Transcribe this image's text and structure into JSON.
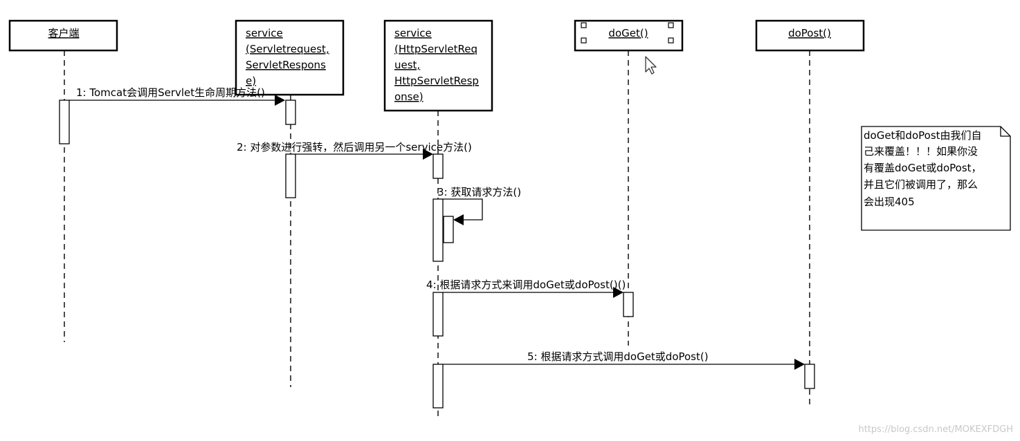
{
  "participants": [
    {
      "id": "client",
      "lines": [
        "客户端"
      ]
    },
    {
      "id": "generic-service",
      "lines": [
        "service",
        "(Servletrequest,",
        "ServletRespons",
        "e)"
      ]
    },
    {
      "id": "http-service",
      "lines": [
        "service",
        "(HttpServletReq",
        "uest,",
        "HttpServletResp",
        "onse)"
      ]
    },
    {
      "id": "doget",
      "lines": [
        "doGet()"
      ]
    },
    {
      "id": "dopost",
      "lines": [
        "doPost()"
      ]
    }
  ],
  "messages": [
    {
      "label": "1: Tomcat会调用Servlet生命周期方法()"
    },
    {
      "label": "2: 对参数进行强转，然后调用另一个service方法()"
    },
    {
      "label": "3: 获取请求方法()"
    },
    {
      "label": "4: 根据请求方式来调用doGet或doPost()()"
    },
    {
      "label": "5: 根据请求方式调用doGet或doPost()"
    }
  ],
  "note": {
    "lines": [
      "doGet和doPost由我们自",
      "己来覆盖！！！如果你没",
      "有覆盖doGet或doPost，",
      "并且它们被调用了，那么",
      "会出现405"
    ]
  },
  "watermark": "https://blog.csdn.net/MOKEXFDGH"
}
